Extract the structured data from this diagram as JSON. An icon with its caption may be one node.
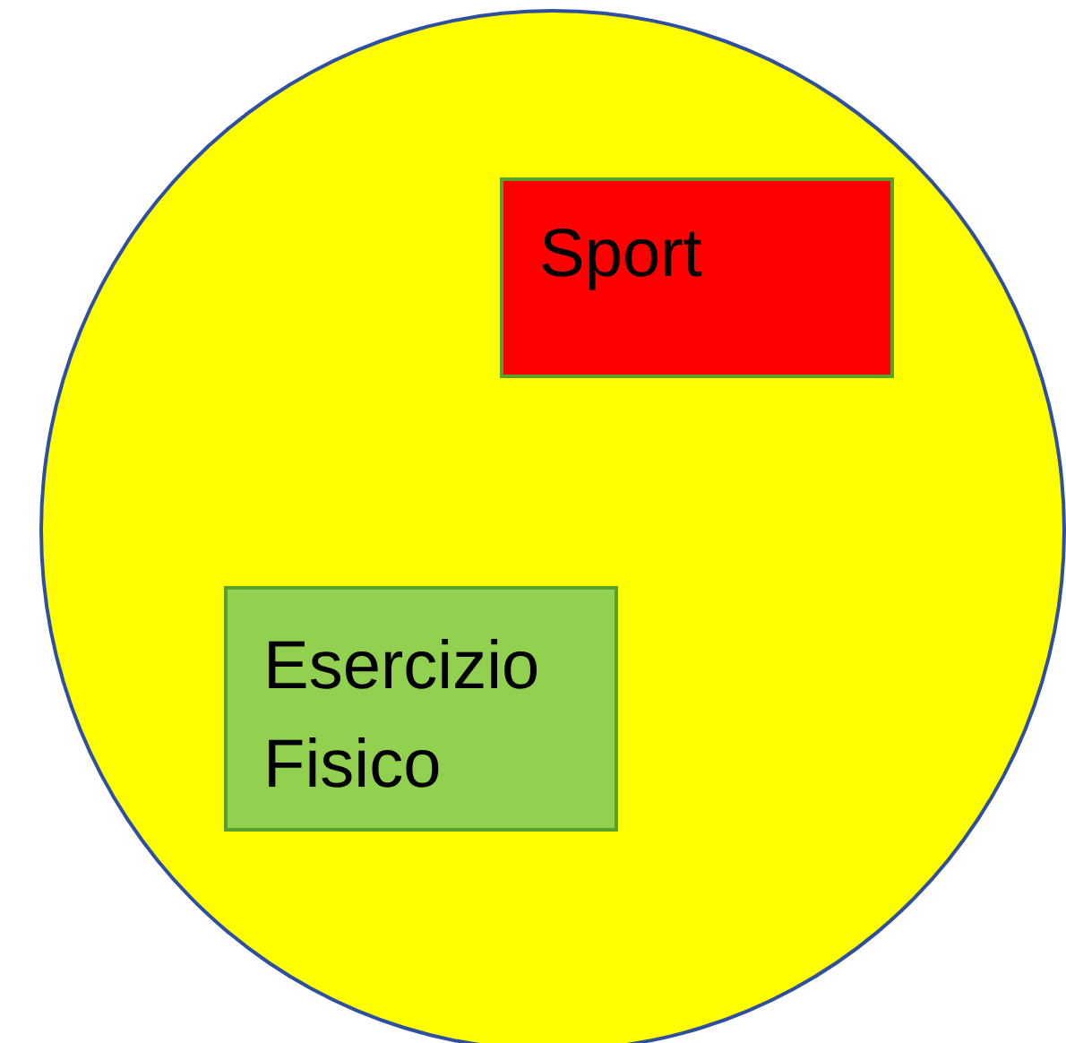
{
  "diagram": {
    "nodes": [
      {
        "text": [],
        "shape": "circle"
      },
      {
        "text": [
          "Sport"
        ],
        "in": 0
      },
      {
        "text": [
          "Esercizio Fisico"
        ],
        "in": 0
      }
    ]
  }
}
